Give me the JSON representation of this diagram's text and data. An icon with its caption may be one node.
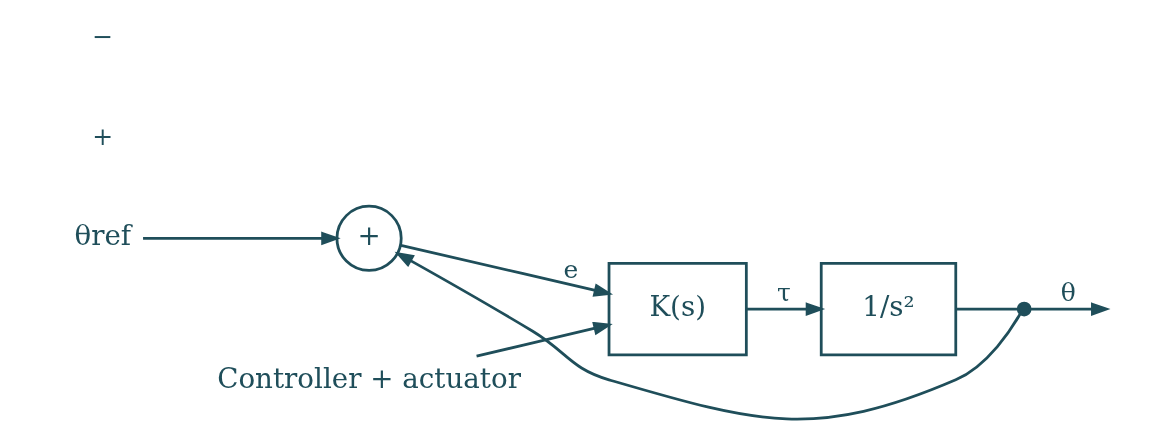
{
  "diagram": {
    "nodes": [
      {
        "text": [
          "θref"
        ]
      },
      {
        "text": [
          "+"
        ]
      },
      {
        "text": [
          "K(s)"
        ]
      },
      {
        "text": [
          "1/s²"
        ]
      },
      {
        "text": [],
        "shape": "circle"
      },
      {
        "text": [
          "Controller + actuator"
        ]
      }
    ],
    "edges": [
      {
        "from": 0,
        "to": 1,
        "arrow": "to"
      },
      {
        "from": 1,
        "to": 2,
        "arrow": "to",
        "label": "e"
      },
      {
        "from": 2,
        "to": 3,
        "arrow": "to",
        "label": "τ"
      },
      {
        "from": 3,
        "to": 4,
        "arrow": "none"
      },
      {
        "from": 4,
        "to": null,
        "arrow": "to",
        "label": "θ"
      },
      {
        "from": 4,
        "to": 1,
        "arrow": "to"
      },
      {
        "from": 5,
        "to": 2,
        "arrow": "to"
      }
    ],
    "labels": [
      "+",
      "−"
    ]
  }
}
